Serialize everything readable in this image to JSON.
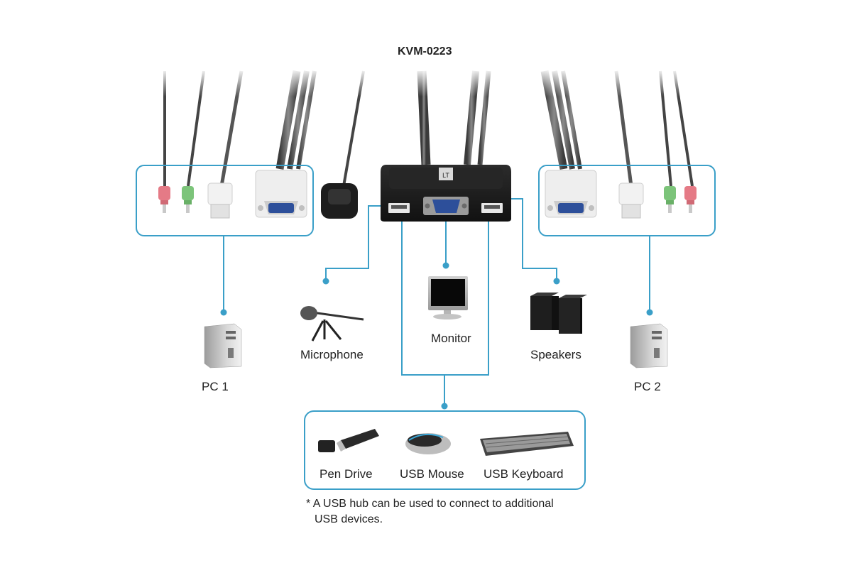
{
  "title": "KVM-0223",
  "labels": {
    "pc1": "PC 1",
    "pc2": "PC 2",
    "microphone": "Microphone",
    "monitor": "Monitor",
    "speakers": "Speakers",
    "pen_drive": "Pen Drive",
    "usb_mouse": "USB Mouse",
    "usb_keyboard": "USB Keyboard"
  },
  "footnote": {
    "line1": "* A USB hub can be used to connect to additional",
    "line2": "USB devices."
  },
  "colors": {
    "connector_line": "#3a9fc8",
    "box_border": "#3a9fc8",
    "audio_mic_pink": "#e57a86",
    "audio_speaker_green": "#7cc47a",
    "kvm_body": "#1c1c1c",
    "vga_blue": "#2d4f9a"
  }
}
